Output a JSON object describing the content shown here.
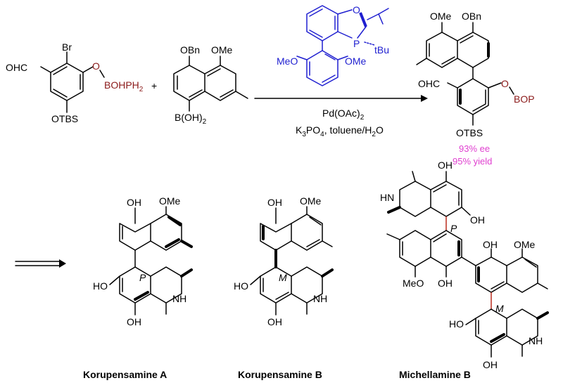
{
  "reaction": {
    "aryl_bromide": {
      "substituents": {
        "formyl": "OHC",
        "bromo": "Br",
        "ether_o": "O",
        "borane": "BOHPH",
        "borane_sub": "2",
        "silyl": "OTBS"
      }
    },
    "plus_sign": "+",
    "boronic_acid": {
      "substituents": {
        "obn": "OBn",
        "ome": "OMe",
        "boronic": "B(OH)",
        "boronic_sub": "2"
      }
    },
    "ligand": {
      "color": "#1f1fd0",
      "labels": {
        "o": "O",
        "p": "P",
        "tbu": "tBu",
        "ome_left": "MeO",
        "ome_right": "OMe"
      }
    },
    "conditions": {
      "line1_main": "Pd(OAc)",
      "line1_sub": "2",
      "line2_a": "K",
      "line2_a_sub": "3",
      "line2_b": "PO",
      "line2_b_sub": "4",
      "line2_c": ", toluene/H",
      "line2_c_sub": "2",
      "line2_d": "O"
    },
    "product": {
      "substituents": {
        "ome": "OMe",
        "obn": "OBn",
        "formyl": "OHC",
        "ether_o": "O",
        "bop": "BOP",
        "silyl": "OTBS"
      },
      "ee": "93% ee",
      "yield": "95% yield",
      "highlight_color": "#e040d0"
    }
  },
  "multistep_arrow": "⇉",
  "natural_products": [
    {
      "name": "Korupensamine A",
      "axis_label": "P",
      "labels": {
        "oh_top": "OH",
        "ome": "OMe",
        "ho_left": "HO",
        "nh": "NH",
        "oh_bottom": "OH"
      }
    },
    {
      "name": "Korupensamine B",
      "axis_label": "M",
      "labels": {
        "oh_top": "OH",
        "ome": "OMe",
        "ho_left": "HO",
        "nh": "NH",
        "oh_bottom": "OH"
      }
    },
    {
      "name": "Michellamine B",
      "axis_label_top": "P",
      "axis_label_bottom": "M",
      "labels": {
        "oh1": "OH",
        "hn": "HN",
        "oh2": "OH",
        "oh3": "OH",
        "ome1": "OMe",
        "meo": "MeO",
        "oh4": "OH",
        "ho": "HO",
        "nh": "NH",
        "oh5": "OH"
      },
      "biaryl_bond_color": "#c0392b"
    }
  ]
}
